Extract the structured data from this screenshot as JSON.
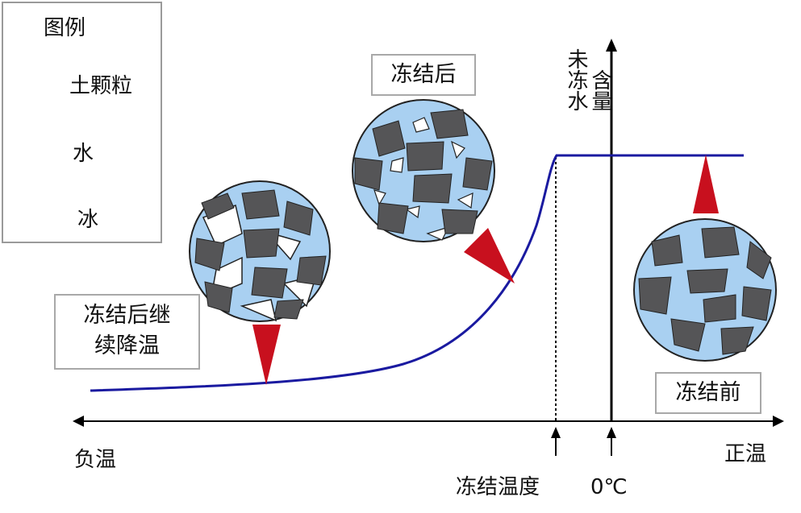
{
  "legend": {
    "title": "图例",
    "items": [
      {
        "label": "土颗粒",
        "icon": "soil-particle-icon",
        "color": "#555557"
      },
      {
        "label": "水",
        "icon": "water-icon",
        "color": "#a9d0f1"
      },
      {
        "label": "冰",
        "icon": "ice-icon",
        "color": "#ffffff"
      }
    ]
  },
  "y_axis_label_line1": "未冻水",
  "y_axis_label_line2": "含量",
  "x_axis": {
    "negative_label": "负温",
    "positive_label": "正温",
    "freezing_temp_label": "冻结温度",
    "zero_label": "0℃"
  },
  "states": {
    "after_freezing": "冻结后",
    "after_freezing_cooling_line1": "冻结后继",
    "after_freezing_cooling_line2": "续降温",
    "before_freezing": "冻结前"
  },
  "colors": {
    "curve": "#1a1aa0",
    "marker": "#c8101e",
    "water": "#a9d0f1",
    "soil": "#555557",
    "outline": "#222222",
    "ice": "#ffffff"
  }
}
